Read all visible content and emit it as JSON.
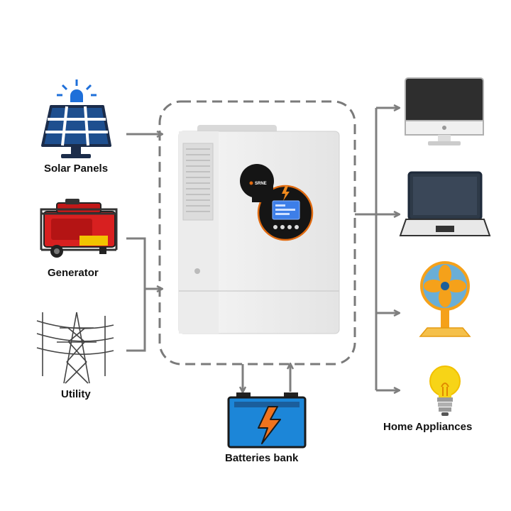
{
  "sources": {
    "solar": {
      "label": "Solar Panels",
      "icon": "solar-panel-icon"
    },
    "generator": {
      "label": "Generator",
      "icon": "generator-icon"
    },
    "utility": {
      "label": "Utility",
      "icon": "power-tower-icon"
    }
  },
  "inverter": {
    "brand": "SRNE",
    "icon": "hybrid-inverter-icon"
  },
  "battery": {
    "label": "Batteries bank",
    "icon": "battery-icon"
  },
  "loads": {
    "label": "Home Appliances",
    "items": [
      {
        "icon": "monitor-icon"
      },
      {
        "icon": "laptop-icon"
      },
      {
        "icon": "fan-icon"
      },
      {
        "icon": "light-bulb-icon"
      }
    ]
  },
  "colors": {
    "arrow": "#7f7f7f",
    "dashed_border": "#7a7a7a",
    "solar_blue": "#1e6fd9",
    "generator_red": "#d82020",
    "battery_blue": "#1c86d8",
    "bolt_orange": "#f0731e",
    "bulb_yellow": "#f7d417",
    "fan_blue": "#6aaed6",
    "fan_orange": "#f5a11a"
  }
}
